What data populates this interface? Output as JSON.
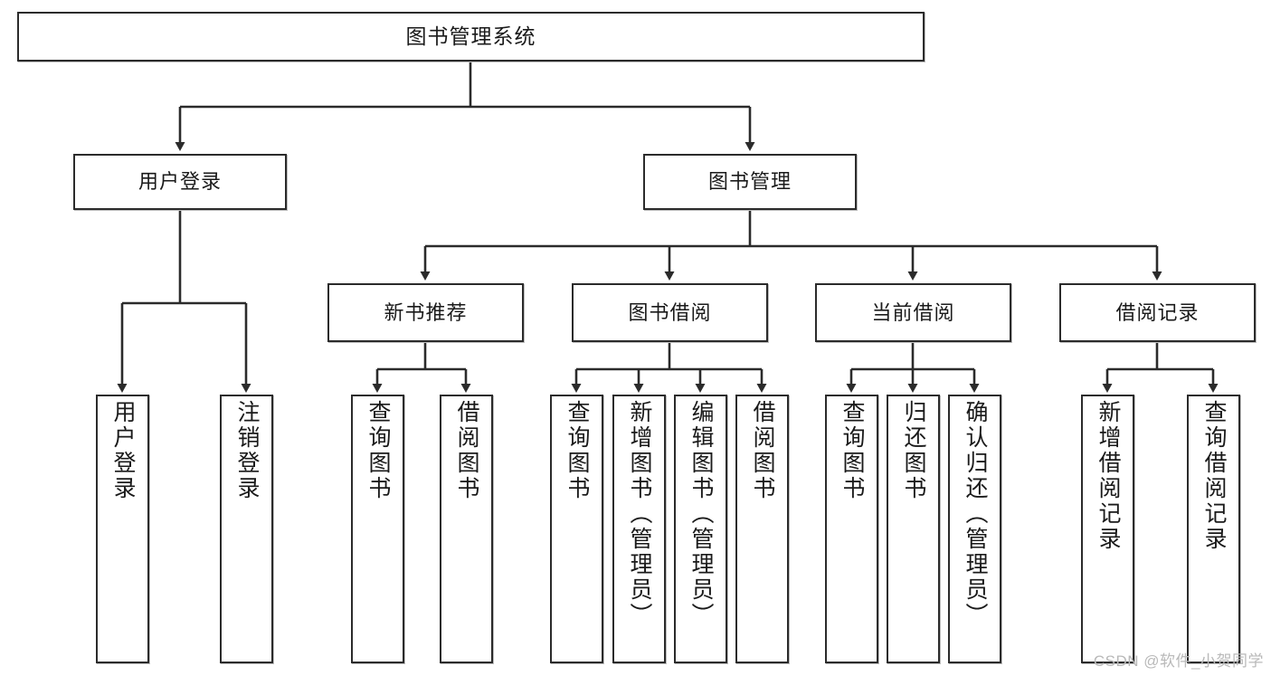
{
  "diagram": {
    "title": "图书管理系统",
    "type": "tree-hierarchy",
    "root": {
      "label": "图书管理系统"
    },
    "level1": [
      {
        "label": "用户登录"
      },
      {
        "label": "图书管理"
      }
    ],
    "level2": [
      {
        "label": "新书推荐"
      },
      {
        "label": "图书借阅"
      },
      {
        "label": "当前借阅"
      },
      {
        "label": "借阅记录"
      }
    ],
    "leaves": {
      "user_login": [
        {
          "label": "用户登录"
        },
        {
          "label": "注销登录"
        }
      ],
      "new_book_recommend": [
        {
          "label": "查询图书"
        },
        {
          "label": "借阅图书"
        }
      ],
      "book_borrow": [
        {
          "label": "查询图书"
        },
        {
          "label": "新增图书（管理员）"
        },
        {
          "label": "编辑图书（管理员）"
        },
        {
          "label": "借阅图书"
        }
      ],
      "current_borrow": [
        {
          "label": "查询图书"
        },
        {
          "label": "归还图书"
        },
        {
          "label": "确认归还（管理员）"
        }
      ],
      "borrow_record": [
        {
          "label": "新增借阅记录"
        },
        {
          "label": "查询借阅记录"
        }
      ]
    }
  },
  "watermark": {
    "text": "CSDN @软件_小贺同学"
  },
  "colors": {
    "stroke": "#2b2b2b",
    "box_fill": "#ffffff",
    "text": "#1a1a1a",
    "watermark": "#b9b9b9",
    "background": "#ffffff"
  }
}
